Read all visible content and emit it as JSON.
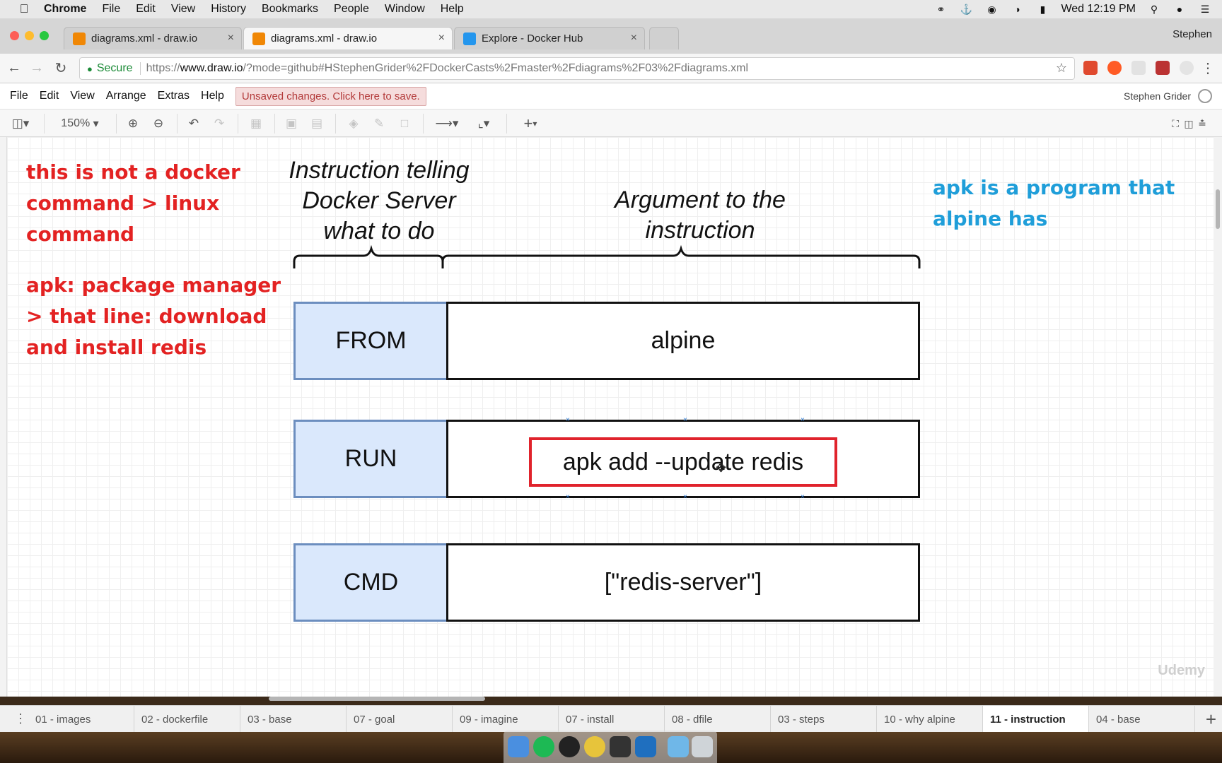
{
  "menubar": {
    "app": "Chrome",
    "items": [
      "File",
      "Edit",
      "View",
      "History",
      "Bookmarks",
      "People",
      "Window",
      "Help"
    ],
    "clock": "Wed 12:19 PM"
  },
  "browser": {
    "tabs": [
      {
        "title": "diagrams.xml - draw.io"
      },
      {
        "title": "diagrams.xml - draw.io"
      },
      {
        "title": "Explore - Docker Hub"
      }
    ],
    "profile": "Stephen",
    "secure_label": "Secure",
    "url_scheme": "https://",
    "url_host": "www.draw.io",
    "url_path": "/?mode=github#HStephenGrider%2FDockerCasts%2Fmaster%2Fdiagrams%2F03%2Fdiagrams.xml"
  },
  "drawio": {
    "menu": [
      "File",
      "Edit",
      "View",
      "Arrange",
      "Extras",
      "Help"
    ],
    "unsaved": "Unsaved changes. Click here to save.",
    "user": "Stephen Grider",
    "zoom": "150%"
  },
  "notes": {
    "red1": [
      "this is not a docker",
      "command > linux",
      "command"
    ],
    "red2": [
      "apk: package manager",
      "> that line: download",
      "and install redis"
    ],
    "blue": [
      "apk is a program that",
      "alpine has"
    ]
  },
  "diagram": {
    "heading_left": [
      "Instruction telling",
      "Docker Server",
      "what to do"
    ],
    "heading_right": [
      "Argument to the",
      "instruction"
    ],
    "rows": [
      {
        "instruction": "FROM",
        "argument": "alpine"
      },
      {
        "instruction": "RUN",
        "argument": "apk add --update redis"
      },
      {
        "instruction": "CMD",
        "argument": "[\"redis-server\"]"
      }
    ]
  },
  "watermark": "Udemy",
  "pages": [
    "01 - images",
    "02 - dockerfile",
    "03 - base",
    "07 - goal",
    "09 - imagine",
    "07 - install",
    "08 - dfile",
    "03 - steps",
    "10 - why alpine",
    "11 - instruction",
    "04 - base"
  ],
  "active_page": "11 - instruction",
  "colors": {
    "note_red": "#e32222",
    "note_blue": "#1f9ed9",
    "instruction_fill": "#dae8fc",
    "instruction_border": "#6c8ebf",
    "highlight_border": "#e0232c"
  }
}
